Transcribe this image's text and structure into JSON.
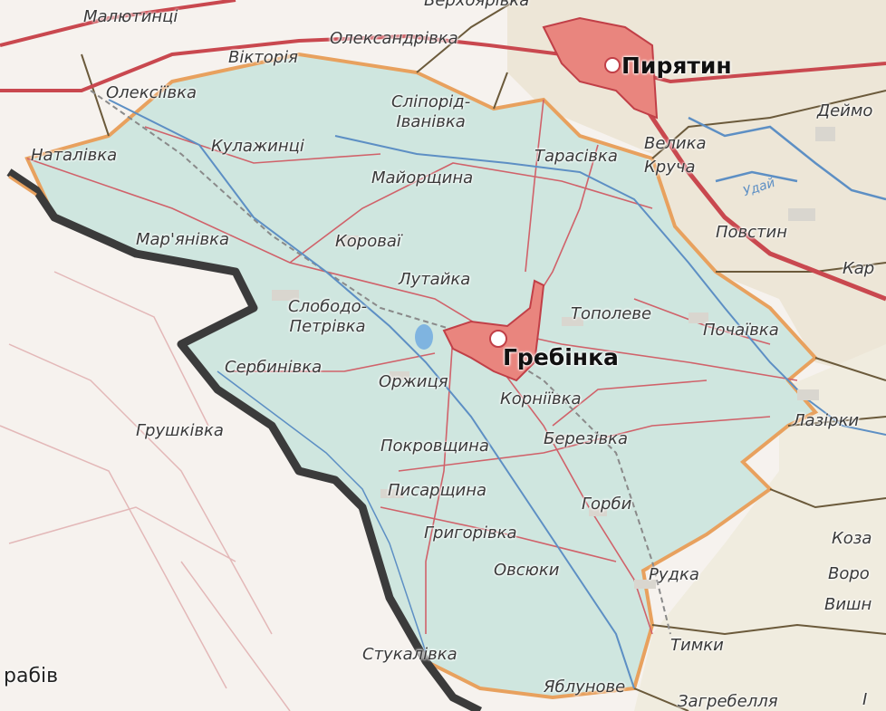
{
  "map": {
    "labels": {
      "verkhoyarivka": "Верхоярівка",
      "malyutyntsi": "Малютинці",
      "oleksandrivka": "Олександрівка",
      "viktoriia": "Вікторія",
      "oleksiivka": "Олексіївка",
      "pyriatyn": "Пирятин",
      "deimanivka": "Деймо",
      "sliporid_line1": "Сліпорід-",
      "sliporid_line2": "Іванівка",
      "natalivka": "Наталівка",
      "kulazhyntsi": "Кулажинці",
      "tarasivka": "Тарасівка",
      "velyka": "Велика",
      "krucha": "Круча",
      "maiorshchyna": "Майорщина",
      "udai": "Удай",
      "marianivka": "Мар'янівка",
      "korovai": "Короваї",
      "povstyn": "Повстин",
      "karpylivka": "Кар",
      "lutaika": "Лутайка",
      "slobodo_line1": "Слободо-",
      "slobodo_line2": "Петрівка",
      "topoleve": "Тополеве",
      "pochaivka": "Почаївка",
      "hrebinka": "Гребінка",
      "serbynivka": "Сербинівка",
      "orzhytsia": "Оржиця",
      "korniivka": "Корніївка",
      "lazirky": "Лазірки",
      "hrushkivka": "Грушківка",
      "pokrovshchyna": "Покровщина",
      "berezivka": "Березівка",
      "pysarshchyna": "Писарщина",
      "horby": "Горби",
      "kozacha": "Коза",
      "hryhorivka": "Григорівка",
      "vorony": "Воро",
      "ovsiuky": "Овсюки",
      "rudka": "Рудка",
      "vyshni": "Вишн",
      "tymky": "Тимки",
      "drabiv": "рабів",
      "stukalivka": "Стукалівка",
      "yablunove": "Яблунове",
      "zagrebellia": "Загребелля",
      "edge_i": "І"
    },
    "colors": {
      "district_fill": "#cfe6df",
      "outside_fill": "#f6f2ee",
      "city_fill": "#e9857e",
      "road": "#c9484f",
      "water": "#5d8fc4",
      "oblast_border": "#3b3b3b",
      "district_border": "#6b5a3b"
    }
  }
}
